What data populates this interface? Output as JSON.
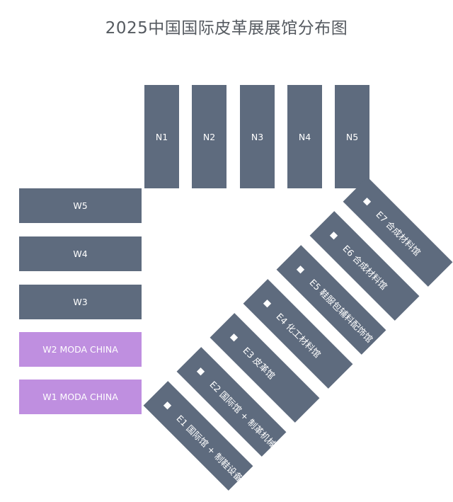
{
  "title": "2025中国国际皮革展展馆分布图",
  "colors": {
    "hall_default": "#5e6b7e",
    "hall_highlight": "#bf8fe0"
  },
  "halls": {
    "north": [
      {
        "id": "n1",
        "label": "N1"
      },
      {
        "id": "n2",
        "label": "N2"
      },
      {
        "id": "n3",
        "label": "N3"
      },
      {
        "id": "n4",
        "label": "N4"
      },
      {
        "id": "n5",
        "label": "N5"
      }
    ],
    "west": [
      {
        "id": "w5",
        "label": "W5",
        "highlight": false
      },
      {
        "id": "w4",
        "label": "W4",
        "highlight": false
      },
      {
        "id": "w3",
        "label": "W3",
        "highlight": false
      },
      {
        "id": "w2",
        "label": "W2 MODA CHINA",
        "highlight": true
      },
      {
        "id": "w1",
        "label": "W1 MODA CHINA",
        "highlight": true
      }
    ],
    "east": [
      {
        "id": "e7",
        "label": "E7 合成材料馆"
      },
      {
        "id": "e6",
        "label": "E6 合成材料馆"
      },
      {
        "id": "e5",
        "label": "E5 鞋服包辅料配饰馆"
      },
      {
        "id": "e4",
        "label": "E4 化工材料馆"
      },
      {
        "id": "e3",
        "label": "E3 皮革馆"
      },
      {
        "id": "e2",
        "label": "E2 国际馆 + 制革机械"
      },
      {
        "id": "e1",
        "label": "E1 国际馆 + 制鞋设备"
      }
    ]
  }
}
